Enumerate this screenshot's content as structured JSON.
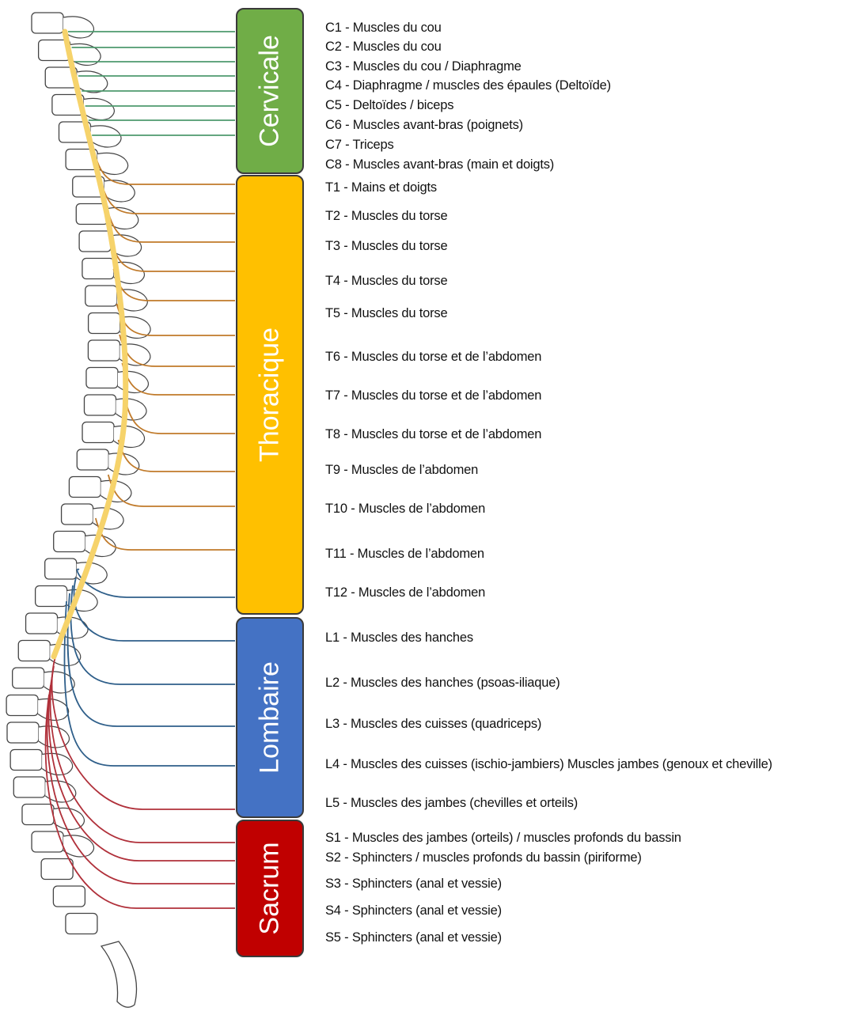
{
  "colors": {
    "cervicale": "#70ad47",
    "thoracique": "#ffc000",
    "lombaire": "#4472c4",
    "sacrum": "#c00000",
    "cord": "#f6d36b",
    "nerve_cervical": "#4e9a6e",
    "nerve_thoracic": "#c07a2a",
    "nerve_lumbar": "#2f5f8a",
    "nerve_sacral": "#b0303a"
  },
  "regions": [
    {
      "id": "cervicale",
      "label": "Cervicale"
    },
    {
      "id": "thoracique",
      "label": "Thoracique"
    },
    {
      "id": "lombaire",
      "label": "Lombaire"
    },
    {
      "id": "sacrum",
      "label": "Sacrum"
    }
  ],
  "nerves": [
    {
      "group": "cervical",
      "label": "C1 - Muscles du cou"
    },
    {
      "group": "cervical",
      "label": "C2 - Muscles du cou"
    },
    {
      "group": "cervical",
      "label": "C3 - Muscles du cou / Diaphragme"
    },
    {
      "group": "cervical",
      "label": "C4 - Diaphragme / muscles des épaules (Deltoïde)"
    },
    {
      "group": "cervical",
      "label": "C5 - Deltoïdes / biceps"
    },
    {
      "group": "cervical",
      "label": "C6 - Muscles avant-bras (poignets)"
    },
    {
      "group": "cervical",
      "label": "C7 - Triceps"
    },
    {
      "group": "cervical",
      "label": "C8 - Muscles avant-bras (main et doigts)"
    },
    {
      "group": "thoracic",
      "label": "T1 - Mains et doigts"
    },
    {
      "group": "thoracic",
      "label": "T2 - Muscles du torse"
    },
    {
      "group": "thoracic",
      "label": "T3 - Muscles du torse"
    },
    {
      "group": "thoracic",
      "label": "T4 - Muscles du torse"
    },
    {
      "group": "thoracic",
      "label": "T5 - Muscles du torse"
    },
    {
      "group": "thoracic",
      "label": "T6 - Muscles du torse et de l’abdomen"
    },
    {
      "group": "thoracic",
      "label": "T7 - Muscles du torse et de l’abdomen"
    },
    {
      "group": "thoracic",
      "label": "T8 - Muscles du torse et de l’abdomen"
    },
    {
      "group": "thoracic",
      "label": "T9 - Muscles de l’abdomen"
    },
    {
      "group": "thoracic",
      "label": "T10 - Muscles de l’abdomen"
    },
    {
      "group": "thoracic",
      "label": "T11 - Muscles de l’abdomen"
    },
    {
      "group": "thoracic",
      "label": "T12 - Muscles de l’abdomen"
    },
    {
      "group": "lumbar",
      "label": "L1 - Muscles des hanches"
    },
    {
      "group": "lumbar",
      "label": "L2 - Muscles des hanches (psoas-iliaque)"
    },
    {
      "group": "lumbar",
      "label": "L3 - Muscles des cuisses (quadriceps)"
    },
    {
      "group": "lumbar",
      "label": "L4 - Muscles des cuisses (ischio-jambiers) Muscles jambes (genoux et cheville)"
    },
    {
      "group": "lumbar",
      "label": "L5 - Muscles des jambes (chevilles et orteils)"
    },
    {
      "group": "sacral",
      "label": "S1 - Muscles des jambes (orteils) / muscles profonds du bassin"
    },
    {
      "group": "sacral",
      "label": "S2 - Sphincters / muscles profonds du bassin (piriforme)"
    },
    {
      "group": "sacral",
      "label": "S3 - Sphincters (anal et vessie)"
    },
    {
      "group": "sacral",
      "label": "S4 - Sphincters (anal et vessie)"
    },
    {
      "group": "sacral",
      "label": "S5 - Sphincters (anal et vessie)"
    }
  ]
}
